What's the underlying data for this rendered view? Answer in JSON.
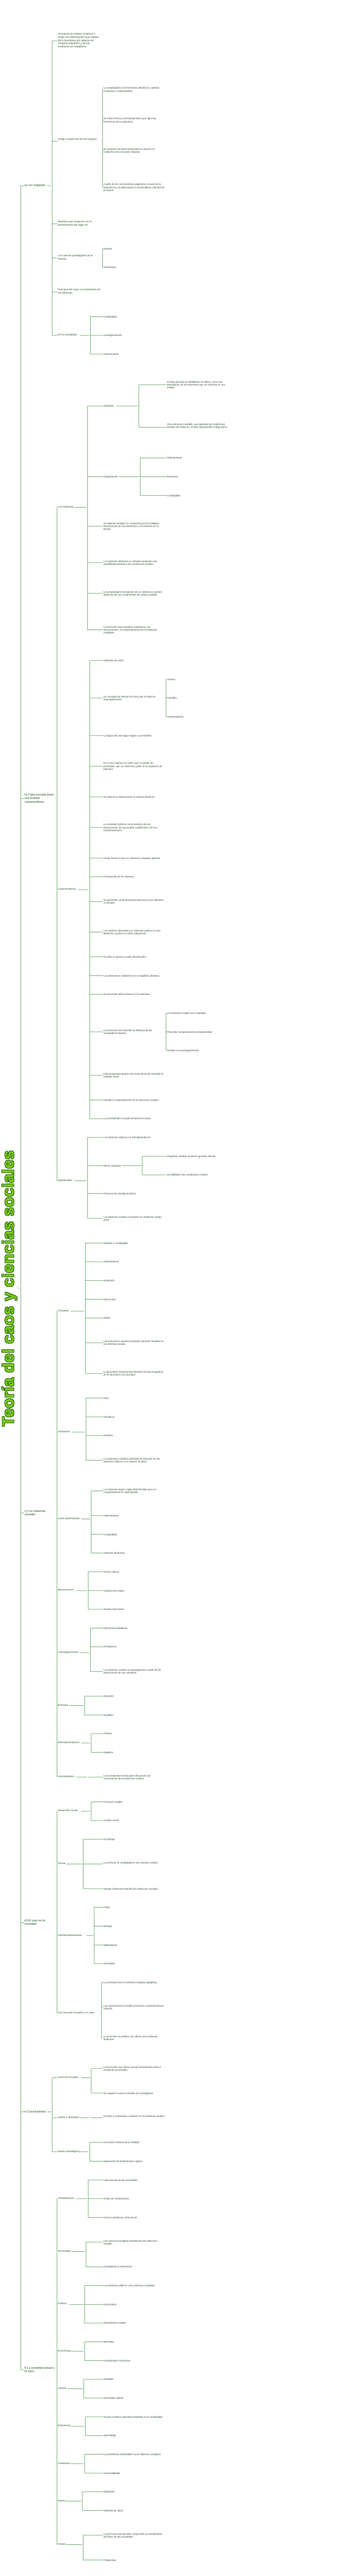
{
  "title": "Teoría del caos y ciencias sociales",
  "tree": {
    "label": "",
    "children": [
      {
        "label": "a) Los orígenes",
        "children": [
          {
            "label": "Principios de Galileo empieza a surgir los instrumentos que hablan del movimiento del sistema de cuerpos pequeños y de los medianos se estabilizan",
            "children": []
          },
          {
            "label": "Surge la partícula de los bloques",
            "children": [
              {
                "label": "La complejidad y los fenómenos dinámicos, cambios constantes e impredecibles",
                "children": []
              },
              {
                "label": "Se inicia la física y formula las leyes que rigen los fenómenos de la naturaleza",
                "children": []
              },
              {
                "label": "De acuerdo a la física newtoniana el universo se comporta como una gran máquina",
                "children": []
              },
              {
                "label": "A partir de los conocimientos adquiridos a través de la experiencia y la observación se desarrollaron métodos de la ciencia",
                "children": []
              }
            ]
          },
          {
            "label": "Modelos que surgieron en el pensamiento del siglo XX",
            "children": []
          },
          {
            "label": "Los nuevos paradigmas de la ciencia",
            "children": [
              {
                "label": "Einstein",
                "children": []
              },
              {
                "label": "Heisenberg",
                "children": []
              }
            ]
          },
          {
            "label": "Principio del caos: el movimiento de los sistemas",
            "children": []
          },
          {
            "label": "En la actualidad",
            "children": [
              {
                "label": "Complejidad",
                "children": []
              },
              {
                "label": "Autoorganización",
                "children": []
              },
              {
                "label": "Ordenamiento",
                "children": []
              }
            ]
          }
        ]
      },
      {
        "label": "b) Cada escuela tiene sus propias características",
        "children": [
          {
            "label": "Los sistemas",
            "children": [
              {
                "label": "Definición",
                "children": [
                  {
                    "label": "Formas precisas la totalidad de los datos, como una interrelación de los elementos que se conforma en una unidad",
                    "children": []
                  },
                  {
                    "label": "Una estructura inestable, que depende las condiciones iniciales del sistema y lo hace impredecible a largo plazo",
                    "children": []
                  }
                ]
              },
              {
                "label": "Organización",
                "children": [
                  {
                    "label": "Ordenamiento",
                    "children": []
                  },
                  {
                    "label": "Estructura",
                    "children": []
                  },
                  {
                    "label": "Complejidad",
                    "children": []
                  }
                ]
              },
              {
                "label": "Un sistema complejo se caracteriza por las múltiples interacciones de sus elementos y su evolución en el tiempo",
                "children": []
              },
              {
                "label": "Los sistemas dinámicos no lineales presentan una sensibilidad extrema a las condiciones iniciales",
                "children": []
              },
              {
                "label": "Las propiedades emergentes de un sistema no pueden deducirse de sus componentes de manera aislada",
                "children": []
              },
              {
                "label": "La teoría del caos estudia la naturaleza, sus interacciones y el comportamiento de los sistemas complejos",
                "children": []
              }
            ]
          },
          {
            "label": "Características",
            "children": [
              {
                "label": "Sistemas sin orden",
                "children": []
              },
              {
                "label": "Un concepto de atractor del caos que va hacia la autoorganización",
                "children": [
                  {
                    "label": "Atractor",
                    "children": []
                  },
                  {
                    "label": "Fractales",
                    "children": []
                  },
                  {
                    "label": "Autosemejanza",
                    "children": []
                  }
                ]
              },
              {
                "label": "La lógica del caos sigue reglas no previsibles",
                "children": []
              },
              {
                "label": "En el caos aparece un orden que no puede ser predecible, que se conforma a partir de la repetición de patrones",
                "children": []
              },
              {
                "label": "Se trata de la estructura de un sistema dinámico",
                "children": []
              },
              {
                "label": "La sociedad moderna como producto de sus interacciones, de sus propias condiciones y de sus transformaciones",
                "children": []
              },
              {
                "label": "Puede formar el caos en sistemas complejos abiertos",
                "children": []
              },
              {
                "label": "El desarrollo de los sistemas",
                "children": []
              },
              {
                "label": "Se presentan comportamientos diversos en los sistemas no lineales",
                "children": []
              },
              {
                "label": "Los cambios observados en sistemas caóticos no son aleatorios, poseen un orden subyacente",
                "children": []
              },
              {
                "label": "El orden se genera a partir del desorden",
                "children": []
              },
              {
                "label": "Los sistemas se mantienen en un equilibrio dinámico",
                "children": []
              },
              {
                "label": "Se presentan bifurcaciones en los sistemas",
                "children": []
              },
              {
                "label": "La teoría del caos describe la dinámica de las sociedades humanas",
                "children": [
                  {
                    "label": "Los sistemas sociales son complejos",
                    "children": []
                  },
                  {
                    "label": "Presentan comportamientos impredecibles",
                    "children": []
                  },
                  {
                    "label": "Tienden a la autoorganización",
                    "children": []
                  }
                ]
              },
              {
                "label": "Esta perspectiva aporta una nueva forma de entender la realidad social",
                "children": []
              },
              {
                "label": "Estudia el comportamiento de los procesos sociales",
                "children": []
              },
              {
                "label": "La incertidumbre es parte del proceso social",
                "children": []
              }
            ]
          },
          {
            "label": "Significados",
            "children": [
              {
                "label": "Los sistemas caóticos y la interdependencia",
                "children": []
              },
              {
                "label": "Efecto mariposa",
                "children": [
                  {
                    "label": "Pequeños cambios producen grandes efectos",
                    "children": []
                  },
                  {
                    "label": "Sensibilidad a las condiciones iniciales",
                    "children": []
                  }
                ]
              },
              {
                "label": "Procesos de retroalimentación",
                "children": []
              },
              {
                "label": "Los sistemas sociales no pueden ser predichos a largo plazo",
                "children": []
              }
            ]
          }
        ]
      },
      {
        "label": "c) Los sistemas sociales",
        "children": [
          {
            "label": "Fractales",
            "children": [
              {
                "label": "Modelos y complejidad",
                "children": []
              },
              {
                "label": "Ordenamiento",
                "children": []
              },
              {
                "label": "Desarrollo",
                "children": []
              },
              {
                "label": "Estructuras",
                "children": []
              },
              {
                "label": "Redes",
                "children": []
              },
              {
                "label": "Las estructuras sociales presentan patrones fractales en sus distintas escalas",
                "children": []
              },
              {
                "label": "La geometría fractal permite describir formas irregulares de la naturaleza y la sociedad",
                "children": []
              }
            ]
          },
          {
            "label": "Atractores",
            "children": [
              {
                "label": "Fijos",
                "children": []
              },
              {
                "label": "Periódicos",
                "children": []
              },
              {
                "label": "Extraños",
                "children": []
              },
              {
                "label": "Los atractores extraños describen la evolución de los sistemas caóticos en el espacio de fases",
                "children": []
              }
            ]
          },
          {
            "label": "Caos determinista",
            "children": [
              {
                "label": "Los sistemas siguen reglas deterministas pero su comportamiento es impredecible",
                "children": []
              },
              {
                "label": "Ordenamiento",
                "children": []
              },
              {
                "label": "Complejidad",
                "children": []
              },
              {
                "label": "Sistemas dinámicos",
                "children": []
              }
            ]
          },
          {
            "label": "Bifurcaciones",
            "children": [
              {
                "label": "Puntos críticos",
                "children": []
              },
              {
                "label": "Cambios de estado",
                "children": []
              },
              {
                "label": "Nuevas estructuras",
                "children": []
              }
            ]
          },
          {
            "label": "Autoorganización",
            "children": [
              {
                "label": "Estructuras disipativas",
                "children": []
              },
              {
                "label": "Emergencia",
                "children": []
              },
              {
                "label": "Los sistemas sociales se autoorganizan a partir de las interacciones de sus miembros",
                "children": []
              }
            ]
          },
          {
            "label": "Entropía",
            "children": [
              {
                "label": "Desorden",
                "children": []
              },
              {
                "label": "Equilibrio",
                "children": []
              }
            ]
          },
          {
            "label": "Retroalimentación",
            "children": [
              {
                "label": "Positiva",
                "children": []
              },
              {
                "label": "Negativa",
                "children": []
              }
            ]
          },
          {
            "label": "Incertidumbre",
            "children": [
              {
                "label": "La incertidumbre forma parte del proceso de conocimiento de los sistemas sociales",
                "children": []
              }
            ]
          }
        ]
      },
      {
        "label": "d) El caos en la sociedad",
        "children": [
          {
            "label": "Desarrollo social",
            "children": [
              {
                "label": "Procesos sociales",
                "children": []
              },
              {
                "label": "Cambio social",
                "children": []
              }
            ]
          },
          {
            "label": "Teoría",
            "children": [
              {
                "label": "El enfoque",
                "children": []
              },
              {
                "label": "La teoría de la complejidad en las ciencias sociales",
                "children": []
              },
              {
                "label": "Nuevas formas de entender las relaciones sociales",
                "children": []
              }
            ]
          },
          {
            "label": "Interdisciplinariedad",
            "children": [
              {
                "label": "Física",
                "children": []
              },
              {
                "label": "Biología",
                "children": []
              },
              {
                "label": "Matemáticas",
                "children": []
              },
              {
                "label": "Sociología",
                "children": []
              }
            ]
          },
          {
            "label": "Las ciencias sociales y el caos",
            "children": [
              {
                "label": "La sociedad como un sistema complejo adaptativo",
                "children": []
              },
              {
                "label": "Las organizaciones sociales presentan comportamientos caóticos",
                "children": []
              },
              {
                "label": "La economía, la política y la cultura como sistemas dinámicos",
                "children": []
              }
            ]
          }
        ]
      },
      {
        "label": "e) Conclusiones",
        "children": [
          {
            "label": "Ciencias sociales",
            "children": [
              {
                "label": "La teoría del caos ofrece nuevas herramientas para el estudio de la sociedad",
                "children": []
              },
              {
                "label": "Se requieren nuevos métodos de investigación",
                "children": []
              }
            ]
          },
          {
            "label": "Orden y desorden",
            "children": [
              {
                "label": "El orden y el desorden coexisten en los sistemas sociales",
                "children": []
              }
            ]
          },
          {
            "label": "Nuevo paradigma",
            "children": [
              {
                "label": "Una visión holística de la realidad",
                "children": []
              },
              {
                "label": "Superación del determinismo clásico",
                "children": []
              }
            ]
          }
        ]
      },
      {
        "label": "f) La sociedad actual y el caos",
        "children": [
          {
            "label": "Globalización",
            "children": [
              {
                "label": "Interconexión de las sociedades",
                "children": []
              },
              {
                "label": "Redes de comunicación",
                "children": []
              },
              {
                "label": "Crisis económicas y financieras",
                "children": []
              }
            ]
          },
          {
            "label": "Tecnología",
            "children": [
              {
                "label": "Las nuevas tecnologías transforman las relaciones sociales",
                "children": []
              },
              {
                "label": "Sociedad de la información",
                "children": []
              }
            ]
          },
          {
            "label": "Política",
            "children": [
              {
                "label": "Los sistemas políticos como sistemas complejos",
                "children": []
              },
              {
                "label": "Democracia",
                "children": []
              },
              {
                "label": "Movimientos sociales",
                "children": []
              }
            ]
          },
          {
            "label": "Economía",
            "children": [
              {
                "label": "Mercados",
                "children": []
              },
              {
                "label": "Incertidumbre económica",
                "children": []
              }
            ]
          },
          {
            "label": "Cultura",
            "children": [
              {
                "label": "Identidad",
                "children": []
              },
              {
                "label": "Diversidad cultural",
                "children": []
              }
            ]
          },
          {
            "label": "Educación",
            "children": [
              {
                "label": "Nuevos modelos educativos basados en la complejidad",
                "children": []
              },
              {
                "label": "Aprendizaje",
                "children": []
              }
            ]
          },
          {
            "label": "Ambiente",
            "children": [
              {
                "label": "Los problemas ambientales como sistemas complejos",
                "children": []
              },
              {
                "label": "Sustentabilidad",
                "children": []
              }
            ]
          },
          {
            "label": "Salud",
            "children": [
              {
                "label": "Epidemias",
                "children": []
              },
              {
                "label": "Sistemas de salud",
                "children": []
              }
            ]
          },
          {
            "label": "Futuro",
            "children": [
              {
                "label": "La teoría del caos permite comprender la incertidumbre del futuro de las sociedades",
                "children": []
              },
              {
                "label": "Prospectiva",
                "children": []
              }
            ]
          }
        ]
      }
    ]
  }
}
